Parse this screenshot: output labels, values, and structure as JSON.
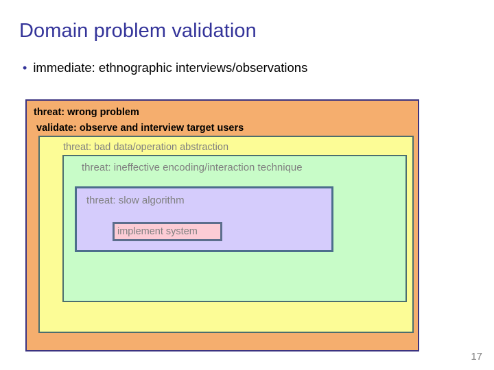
{
  "slide": {
    "title": "Domain problem validation",
    "page_number": "17",
    "bullet": {
      "marker": "•",
      "text": "immediate: ethnographic interviews/observations"
    },
    "nested_boxes": {
      "level_1_orange": {
        "fill": "#F5AE6E",
        "border": "#3B3380",
        "lines": [
          "threat: wrong problem",
          "validate: observe and interview target users"
        ]
      },
      "level_2_yellow": {
        "fill": "#FCFC96",
        "border": "#4C6E6E",
        "label": "threat: bad data/operation abstraction"
      },
      "level_3_green": {
        "fill": "#C8FCC8",
        "border": "#4C6E6E",
        "label": "threat: ineffective encoding/interaction technique"
      },
      "level_4_lavender": {
        "fill": "#D5CCFC",
        "border": "#4C6E8C",
        "label": "threat: slow algorithm"
      },
      "level_5_pink": {
        "fill": "#FCCCD5",
        "border": "#5C6E8C",
        "label": "implement system"
      }
    }
  },
  "colors": {
    "title": "#333399",
    "bullet_marker": "#333399",
    "body_text": "#000000",
    "muted_text": "#808080",
    "background": "#FFFFFF"
  }
}
